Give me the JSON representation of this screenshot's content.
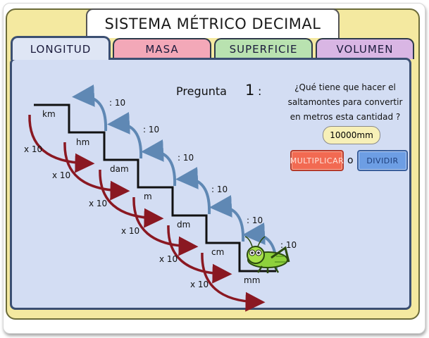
{
  "title": "SISTEMA MÉTRICO DECIMAL",
  "tabs": [
    "LONGITUD",
    "MASA",
    "SUPERFICIE",
    "VOLUMEN"
  ],
  "question": {
    "label": "Pregunta",
    "number": "1",
    "colon": ":",
    "text_line1": "¿Qué tiene que hacer el",
    "text_line2": "saltamontes para convertir",
    "text_line3": "en metros esta cantidad ?",
    "quantity": "10000mm"
  },
  "buttons": {
    "multiply": "MULTIPLICAR",
    "or": "o",
    "divide": "DIVIDIR"
  },
  "units": [
    "km",
    "hm",
    "dam",
    "m",
    "dm",
    "cm",
    "mm"
  ],
  "divide_label": ": 10",
  "multiply_label": "x 10",
  "colors": {
    "down_arrow": "#8a1822",
    "up_arrow": "#5f88b4",
    "frame": "#f4e9a0",
    "panel": "#d3ddf3"
  }
}
